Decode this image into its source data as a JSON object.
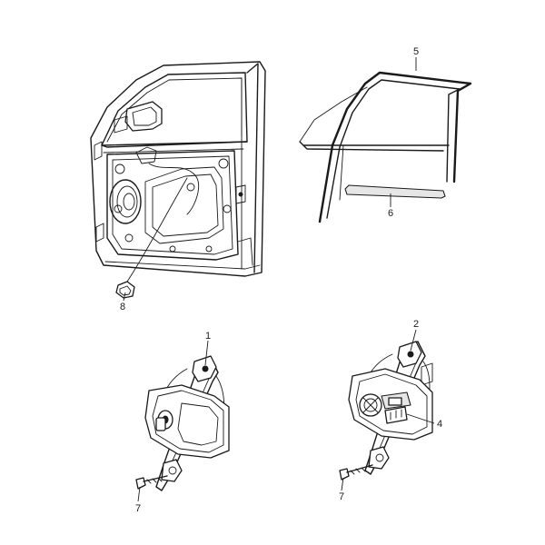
{
  "callouts": {
    "c1": "1",
    "c2": "2",
    "c4": "4",
    "c5": "5",
    "c6": "6",
    "c7a": "7",
    "c7b": "7",
    "c8": "8"
  },
  "colors": {
    "line": "#1a1a1a",
    "background": "#ffffff"
  }
}
